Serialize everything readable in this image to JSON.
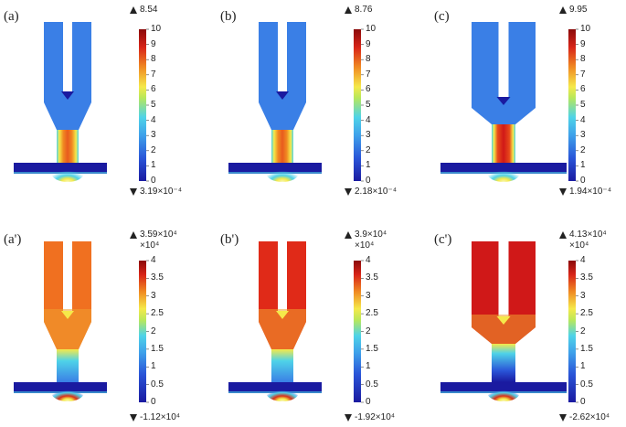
{
  "panels": [
    {
      "id": "a",
      "label": "(a)",
      "max_label": "8.54",
      "min_label": "3.19×10⁻⁴",
      "scale_label": "",
      "ticks": [
        "10",
        "9",
        "8",
        "7",
        "6",
        "5",
        "4",
        "3",
        "2",
        "1",
        "0"
      ],
      "stem": "field-a",
      "fill": "velocity"
    },
    {
      "id": "b",
      "label": "(b)",
      "max_label": "8.76",
      "min_label": "2.18×10⁻⁴",
      "scale_label": "",
      "ticks": [
        "10",
        "9",
        "8",
        "7",
        "6",
        "5",
        "4",
        "3",
        "2",
        "1",
        "0"
      ],
      "stem": "field-b",
      "fill": "velocity"
    },
    {
      "id": "c",
      "label": "(c)",
      "max_label": "9.95",
      "min_label": "1.94×10⁻⁴",
      "scale_label": "",
      "ticks": [
        "10",
        "9",
        "8",
        "7",
        "6",
        "5",
        "4",
        "3",
        "2",
        "1",
        "0"
      ],
      "stem": "field-c",
      "fill": "velocity"
    },
    {
      "id": "a2",
      "label": "(a')",
      "max_label": "3.59×10⁴",
      "min_label": "-1.12×10⁴",
      "scale_label": "×10⁴",
      "ticks": [
        "4",
        "3.5",
        "3",
        "2.5",
        "2",
        "1.5",
        "1",
        "0.5",
        "0"
      ],
      "stem": "field-a2",
      "fill": "pressure"
    },
    {
      "id": "b2",
      "label": "(b')",
      "max_label": "3.9×10⁴",
      "min_label": "-1.92×10⁴",
      "scale_label": "×10⁴",
      "ticks": [
        "4",
        "3.5",
        "3",
        "2.5",
        "2",
        "1.5",
        "1",
        "0.5",
        "0"
      ],
      "stem": "field-b2",
      "fill": "pressure"
    },
    {
      "id": "c2",
      "label": "(c')",
      "max_label": "4.13×10⁴",
      "min_label": "-2.62×10⁴",
      "scale_label": "×10⁴",
      "ticks": [
        "4",
        "3.5",
        "3",
        "2.5",
        "2",
        "1.5",
        "1",
        "0.5",
        "0"
      ],
      "stem": "field-c2",
      "fill": "pressure"
    }
  ],
  "colors": {
    "deep_blue": "#1a1aa0",
    "mid_blue": "#3a7fe6",
    "cyan": "#4fd3e8",
    "yellow": "#f5e94a",
    "orange": "#f07020",
    "red": "#d01818",
    "dark_red": "#8a0a0a"
  }
}
